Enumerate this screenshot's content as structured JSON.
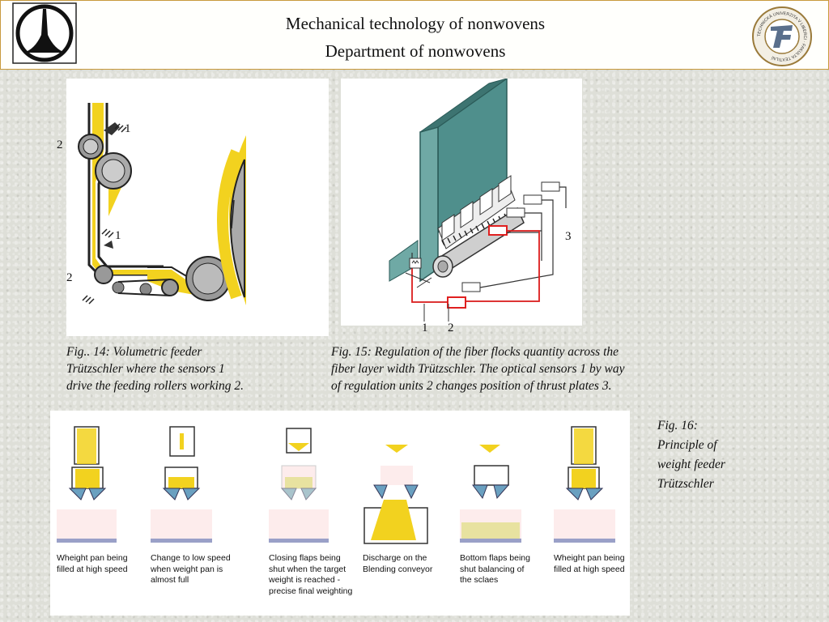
{
  "header": {
    "title_line1": "Mechanical technology of nonwovens",
    "title_line2": "Department of nonwovens",
    "left_logo_icon": "department-logo-icon",
    "right_logo_icon": "university-seal-icon",
    "seal_text": "TECHNICKÁ UNIVERZITA V LIBERCI · FAKULTA TEXTILNÍ"
  },
  "fig14": {
    "labels": {
      "top_1": "1",
      "top_2": "2",
      "bottom_1": "1",
      "bottom_2": "2"
    },
    "caption": [
      "Fig.. 14: Volumetric feeder",
      "Trützschler where the sensors 1",
      "drive the feeding rollers working 2."
    ]
  },
  "fig15": {
    "labels": {
      "sensor": "1",
      "unit": "2",
      "plates": "3"
    },
    "caption": [
      "Fig. 15: Regulation of  the fiber flocks quantity across the",
      "fiber layer width Trützschler. The optical sensors 1 by way",
      "of regulation units 2 changes position of  thrust  plates 3."
    ]
  },
  "fig16": {
    "caption": [
      "Fig. 16:",
      "Principle of",
      "weight feeder",
      "Trützschler"
    ],
    "steps": [
      {
        "lines": [
          "Wheight pan being",
          "filled at high speed"
        ]
      },
      {
        "lines": [
          "Change to low speed",
          "when weight pan is",
          "almost full"
        ]
      },
      {
        "lines": [
          "Closing flaps being",
          "shut when the target",
          "weight is reached -",
          "precise final weighting"
        ]
      },
      {
        "lines": [
          "Discharge on the",
          "Blending conveyor"
        ]
      },
      {
        "lines": [
          "Bottom flaps being",
          "shut balancing of",
          "the sclaes"
        ]
      },
      {
        "lines": [
          "Wheight pan being",
          "filled at high speed"
        ]
      }
    ]
  },
  "colors": {
    "accent_gold": "#c89a3c",
    "fiber_yellow": "#f2d21f",
    "machine_teal": "#4f8f8c",
    "regulation_red": "#e02020"
  }
}
